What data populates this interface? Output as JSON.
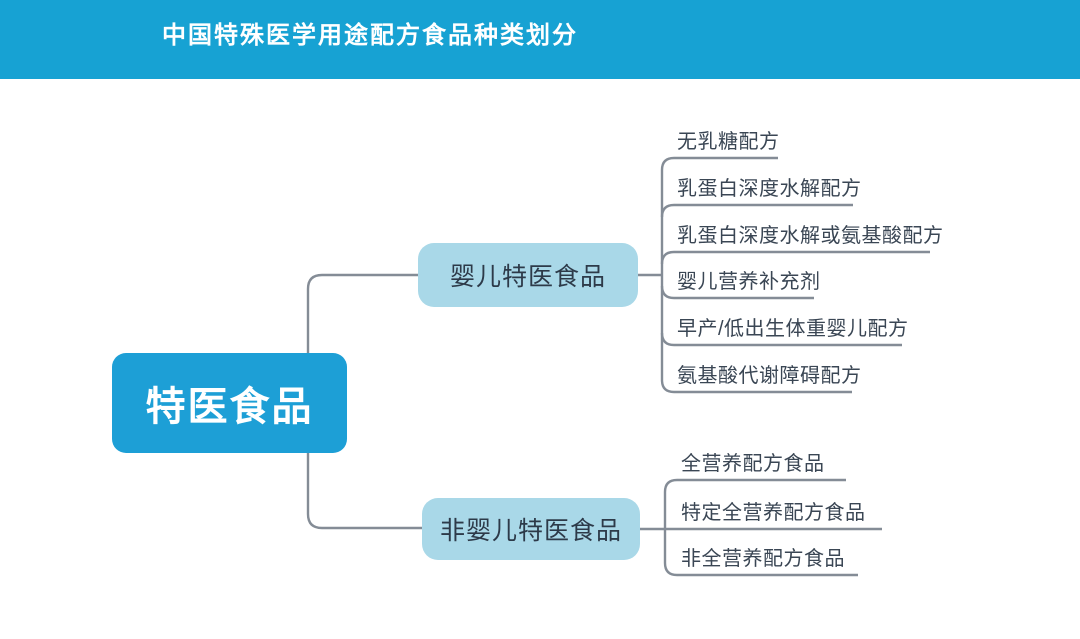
{
  "header": {
    "title": "中国特殊医学用途配方食品种类划分"
  },
  "mindmap": {
    "root": {
      "label": "特医食品"
    },
    "branches": [
      {
        "label": "婴儿特医食品",
        "children": [
          "无乳糖配方",
          "乳蛋白深度水解配方",
          "乳蛋白深度水解或氨基酸配方",
          "婴儿营养补充剂",
          "早产/低出生体重婴儿配方",
          "氨基酸代谢障碍配方"
        ]
      },
      {
        "label": "非婴儿特医食品",
        "children": [
          "全营养配方食品",
          "特定全营养配方食品",
          "非全营养配方食品"
        ]
      }
    ]
  },
  "colors": {
    "header_bg": "#17a2d3",
    "root_node_bg": "#1d9fd6",
    "root_node_text": "#ffffff",
    "branch_node_bg": "#a9d8e8",
    "branch_node_text": "#2d3a49",
    "leaf_text": "#3a4654",
    "connector_line": "#848c96",
    "background": "#ffffff"
  }
}
